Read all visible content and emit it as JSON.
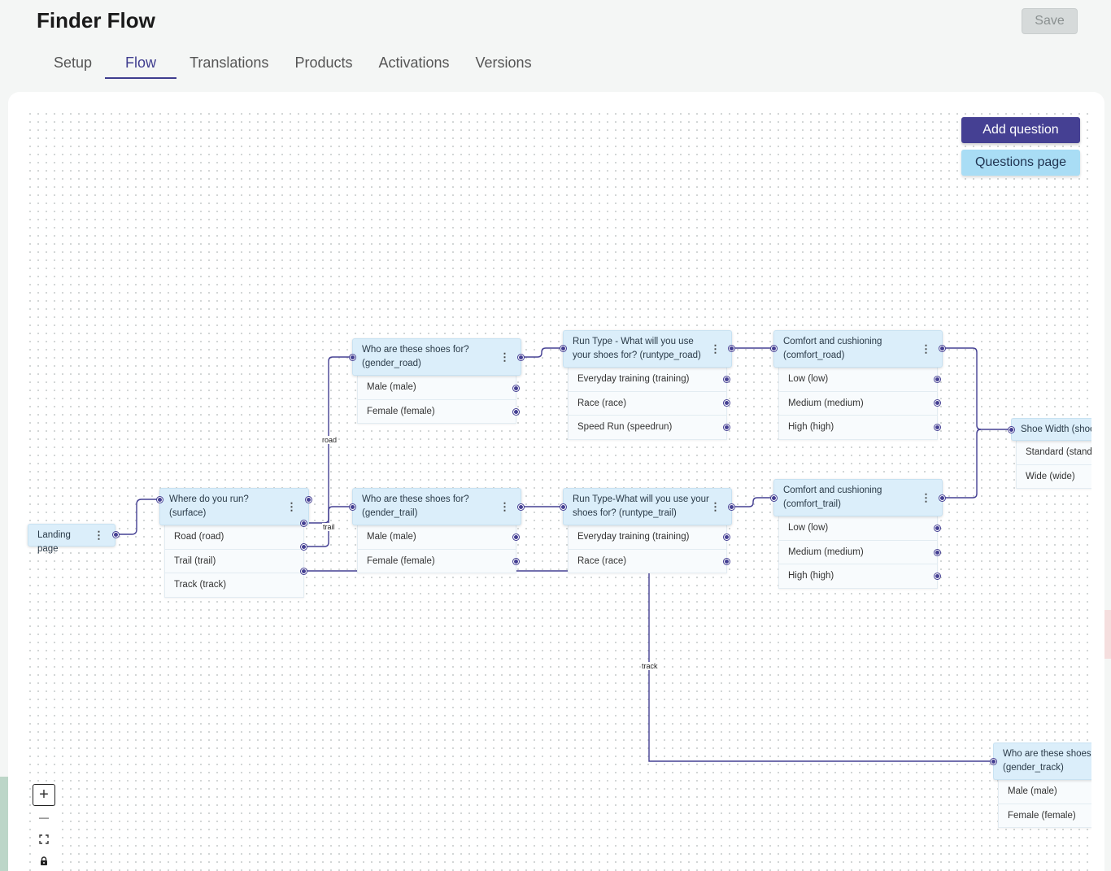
{
  "header": {
    "title": "Finder Flow",
    "save_label": "Save"
  },
  "tabs": [
    {
      "label": "Setup"
    },
    {
      "label": "Flow",
      "active": true
    },
    {
      "label": "Translations"
    },
    {
      "label": "Products"
    },
    {
      "label": "Activations"
    },
    {
      "label": "Versions"
    }
  ],
  "toolbar": {
    "add_question": "Add question",
    "questions_page": "Questions page"
  },
  "colors": {
    "accent": "#454093",
    "node_header": "#dbeefa",
    "questions_page_btn": "#a9ddf5"
  },
  "nodes": {
    "landing": {
      "title": "Landing page"
    },
    "surface": {
      "title": "Where do you run? (surface)",
      "answers": [
        "Road (road)",
        "Trail (trail)",
        "Track (track)"
      ]
    },
    "gender_road": {
      "title": "Who are these shoes for? (gender_road)",
      "answers": [
        "Male (male)",
        "Female (female)"
      ]
    },
    "gender_trail": {
      "title": "Who are these shoes for? (gender_trail)",
      "answers": [
        "Male (male)",
        "Female (female)"
      ]
    },
    "runtype_road": {
      "title": "Run Type - What will you use your shoes for? (runtype_road)",
      "answers": [
        "Everyday training (training)",
        "Race (race)",
        "Speed Run (speedrun)"
      ]
    },
    "runtype_trail": {
      "title": "Run Type-What will you use your shoes for? (runtype_trail)",
      "answers": [
        "Everyday training (training)",
        "Race (race)"
      ]
    },
    "comfort_road": {
      "title": "Comfort and cushioning (comfort_road)",
      "answers": [
        "Low (low)",
        "Medium (medium)",
        "High (high)"
      ]
    },
    "comfort_trail": {
      "title": "Comfort and cushioning (comfort_trail)",
      "answers": [
        "Low (low)",
        "Medium (medium)",
        "High (high)"
      ]
    },
    "shoe_width": {
      "title": "Shoe Width (shoe",
      "answers": [
        "Standard (stand",
        "Wide (wide)"
      ]
    },
    "gender_track": {
      "title": "Who are these shoes (gender_track)",
      "answers": [
        "Male (male)",
        "Female (female)"
      ]
    }
  },
  "edge_labels": {
    "road": "road",
    "trail": "trail",
    "track": "track"
  },
  "controls": {
    "zoom_in": "+",
    "zoom_out": "—",
    "fit_view": "fit-view-icon",
    "lock": "lock-icon"
  }
}
